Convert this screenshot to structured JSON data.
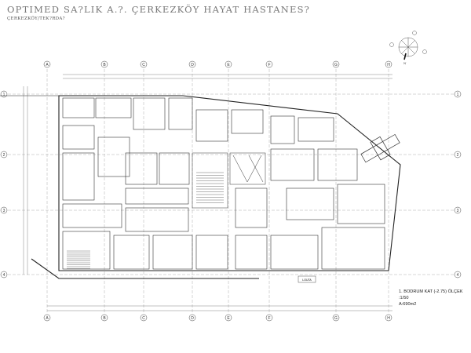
{
  "header": {
    "title": "OPTIMED SA?LIK A.?. ÇERKEZKÖY HAYAT HASTANES?",
    "subtitle": "ÇERKEZKÖY/TEK?RDA?"
  },
  "caption": {
    "floor_label": "1. BODRUM KAT (-2.75) ÖLÇEK :1/50",
    "area": "A:690m2"
  },
  "compass": {
    "icon": "north-arrow-icon",
    "label": "N"
  },
  "grid": {
    "columns": [
      "A",
      "B",
      "C",
      "D",
      "E",
      "F",
      "G",
      "H"
    ],
    "rows": [
      "1",
      "2",
      "3",
      "4"
    ]
  },
  "plan": {
    "room_tag": "LOUTA"
  }
}
